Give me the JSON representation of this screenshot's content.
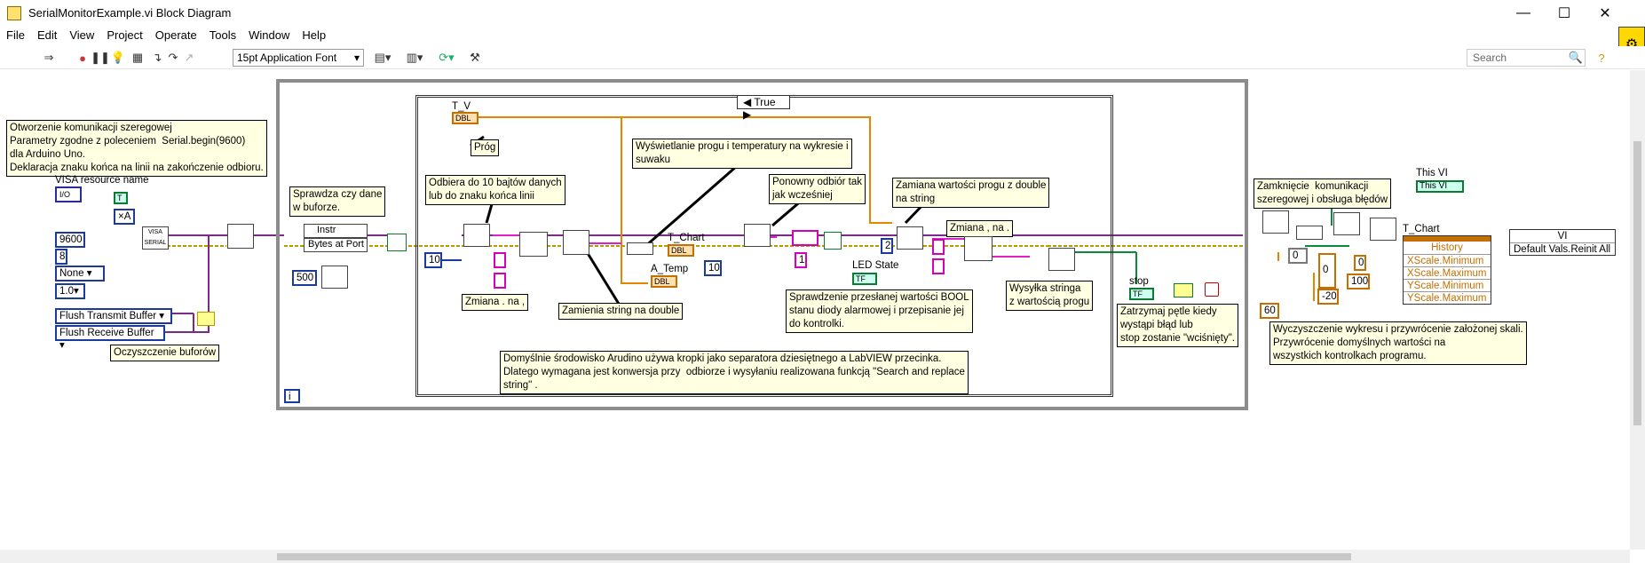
{
  "window": {
    "title": "SerialMonitorExample.vi Block Diagram"
  },
  "menu": [
    "File",
    "Edit",
    "View",
    "Project",
    "Operate",
    "Tools",
    "Window",
    "Help"
  ],
  "toolbar": {
    "font": "15pt Application Font",
    "search_placeholder": "Search"
  },
  "comments": {
    "open_comm": "Otworzenie komunikacji szeregowej\nParametry zgodne z poleceniem  Serial.begin(9600)\ndla Arduino Uno.\nDeklaracja znaku końca na linii na zakończenie odbioru.",
    "check_buffer": "Sprawdza czy dane\nw buforze.",
    "receive10": "Odbiera do 10 bajtów danych\nlub do znaku końca linii",
    "display_threshold": "Wyświetlanie progu i temperatury na wykresie i\nsuwaku",
    "receive_again": "Ponowny odbiór tak\njak wcześniej",
    "convert_threshold": "Zamiana wartości progu z double\nna string",
    "close_comm": "Zamknięcie  komunikacji\nszeregowej i obsługa błędów",
    "clear_buffers": "Oczyszczenie buforów",
    "swap1": "Zmiana . na ,",
    "swap2": "Zmiana , na .",
    "string_to_double": "Zamienia string na double",
    "check_bool": "Sprawdzenie przesłanej wartości BOOL\nstanu diody alarmowej i przepisanie jej\ndo kontrolki.",
    "send_string": "Wysyłka stringa\nz wartością progu",
    "stop_loop": "Zatrzymaj pętle kiedy\nwystąpi błąd lub\nstop zostanie \"wciśnięty\".",
    "clear_chart": "Wyczyszczenie wykresu i przywrócenie założonej skali.\nPrzywrócenie domyślnych wartości na\nwszystkich kontrolkach programu.",
    "decimal_note": "Domyślnie środowisko Arudino używa kropki jako separatora dziesiętnego a LabVIEW przecinka.\nDlatego wymagana jest konwersja przy  odbiorze i wysyłaniu realizowana funkcją \"Search and replace\nstring\" ."
  },
  "labels": {
    "visa_resource": "VISA resource name",
    "t_v": "T_V",
    "prog": "Próg",
    "t_chart": "T_Chart",
    "a_temp": "A_Temp",
    "led_state": "LED State",
    "stop": "stop",
    "this_vi_title": "This VI",
    "this_vi": "This VI",
    "t_chart2": "T_Chart",
    "vi": "VI",
    "default_vals": "Default Vals.Reinit All",
    "instr": "Instr",
    "bytes_at_port": "Bytes at Port",
    "case_value": "True",
    "history": "History",
    "xscale_min": "XScale.Minimum",
    "xscale_max": "XScale.Maximum",
    "yscale_min": "YScale.Minimum",
    "yscale_max": "YScale.Maximum",
    "visa": "VISA",
    "serial": "SERIAL"
  },
  "constants": {
    "baud": "9600",
    "bits": "8",
    "parity": "None",
    "stop_bits": "1.0",
    "flush_tx": "Flush Transmit Buffer",
    "flush_rx": "Flush Receive Buffer",
    "wait_ms": "500",
    "bytes1": "10",
    "bytes2": "10",
    "precision": "2",
    "num_one": "1",
    "zero1": "0",
    "zero2": "0",
    "hundred": "100",
    "neg20": "-20",
    "sixty": "60",
    "dbl": "DBL",
    "tf": "TF",
    "info": "i"
  }
}
